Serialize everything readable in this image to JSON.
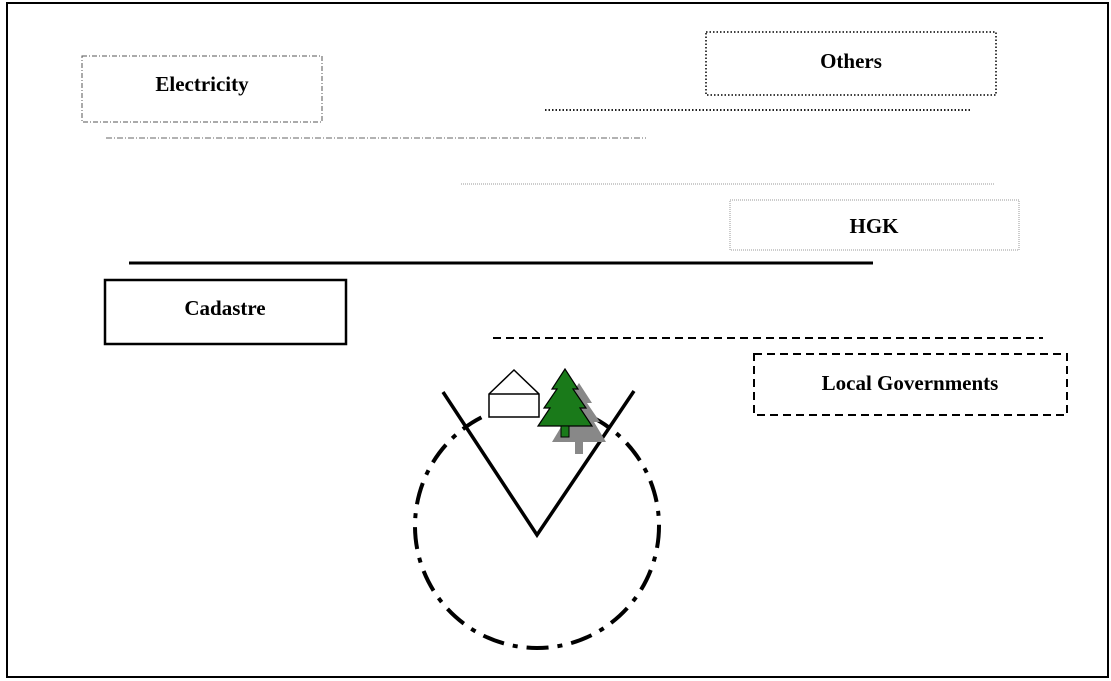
{
  "diagram": {
    "labels": {
      "electricity": "Electricity",
      "others": "Others",
      "hgk": "HGK",
      "cadastre": "Cadastre",
      "local_governments": "Local Governments"
    },
    "icons": [
      "house-icon",
      "tree-icon"
    ],
    "colors": {
      "line": "#000000",
      "tree_green": "#1a7a1a",
      "tree_shadow": "#888888",
      "frame": "#000000"
    }
  }
}
